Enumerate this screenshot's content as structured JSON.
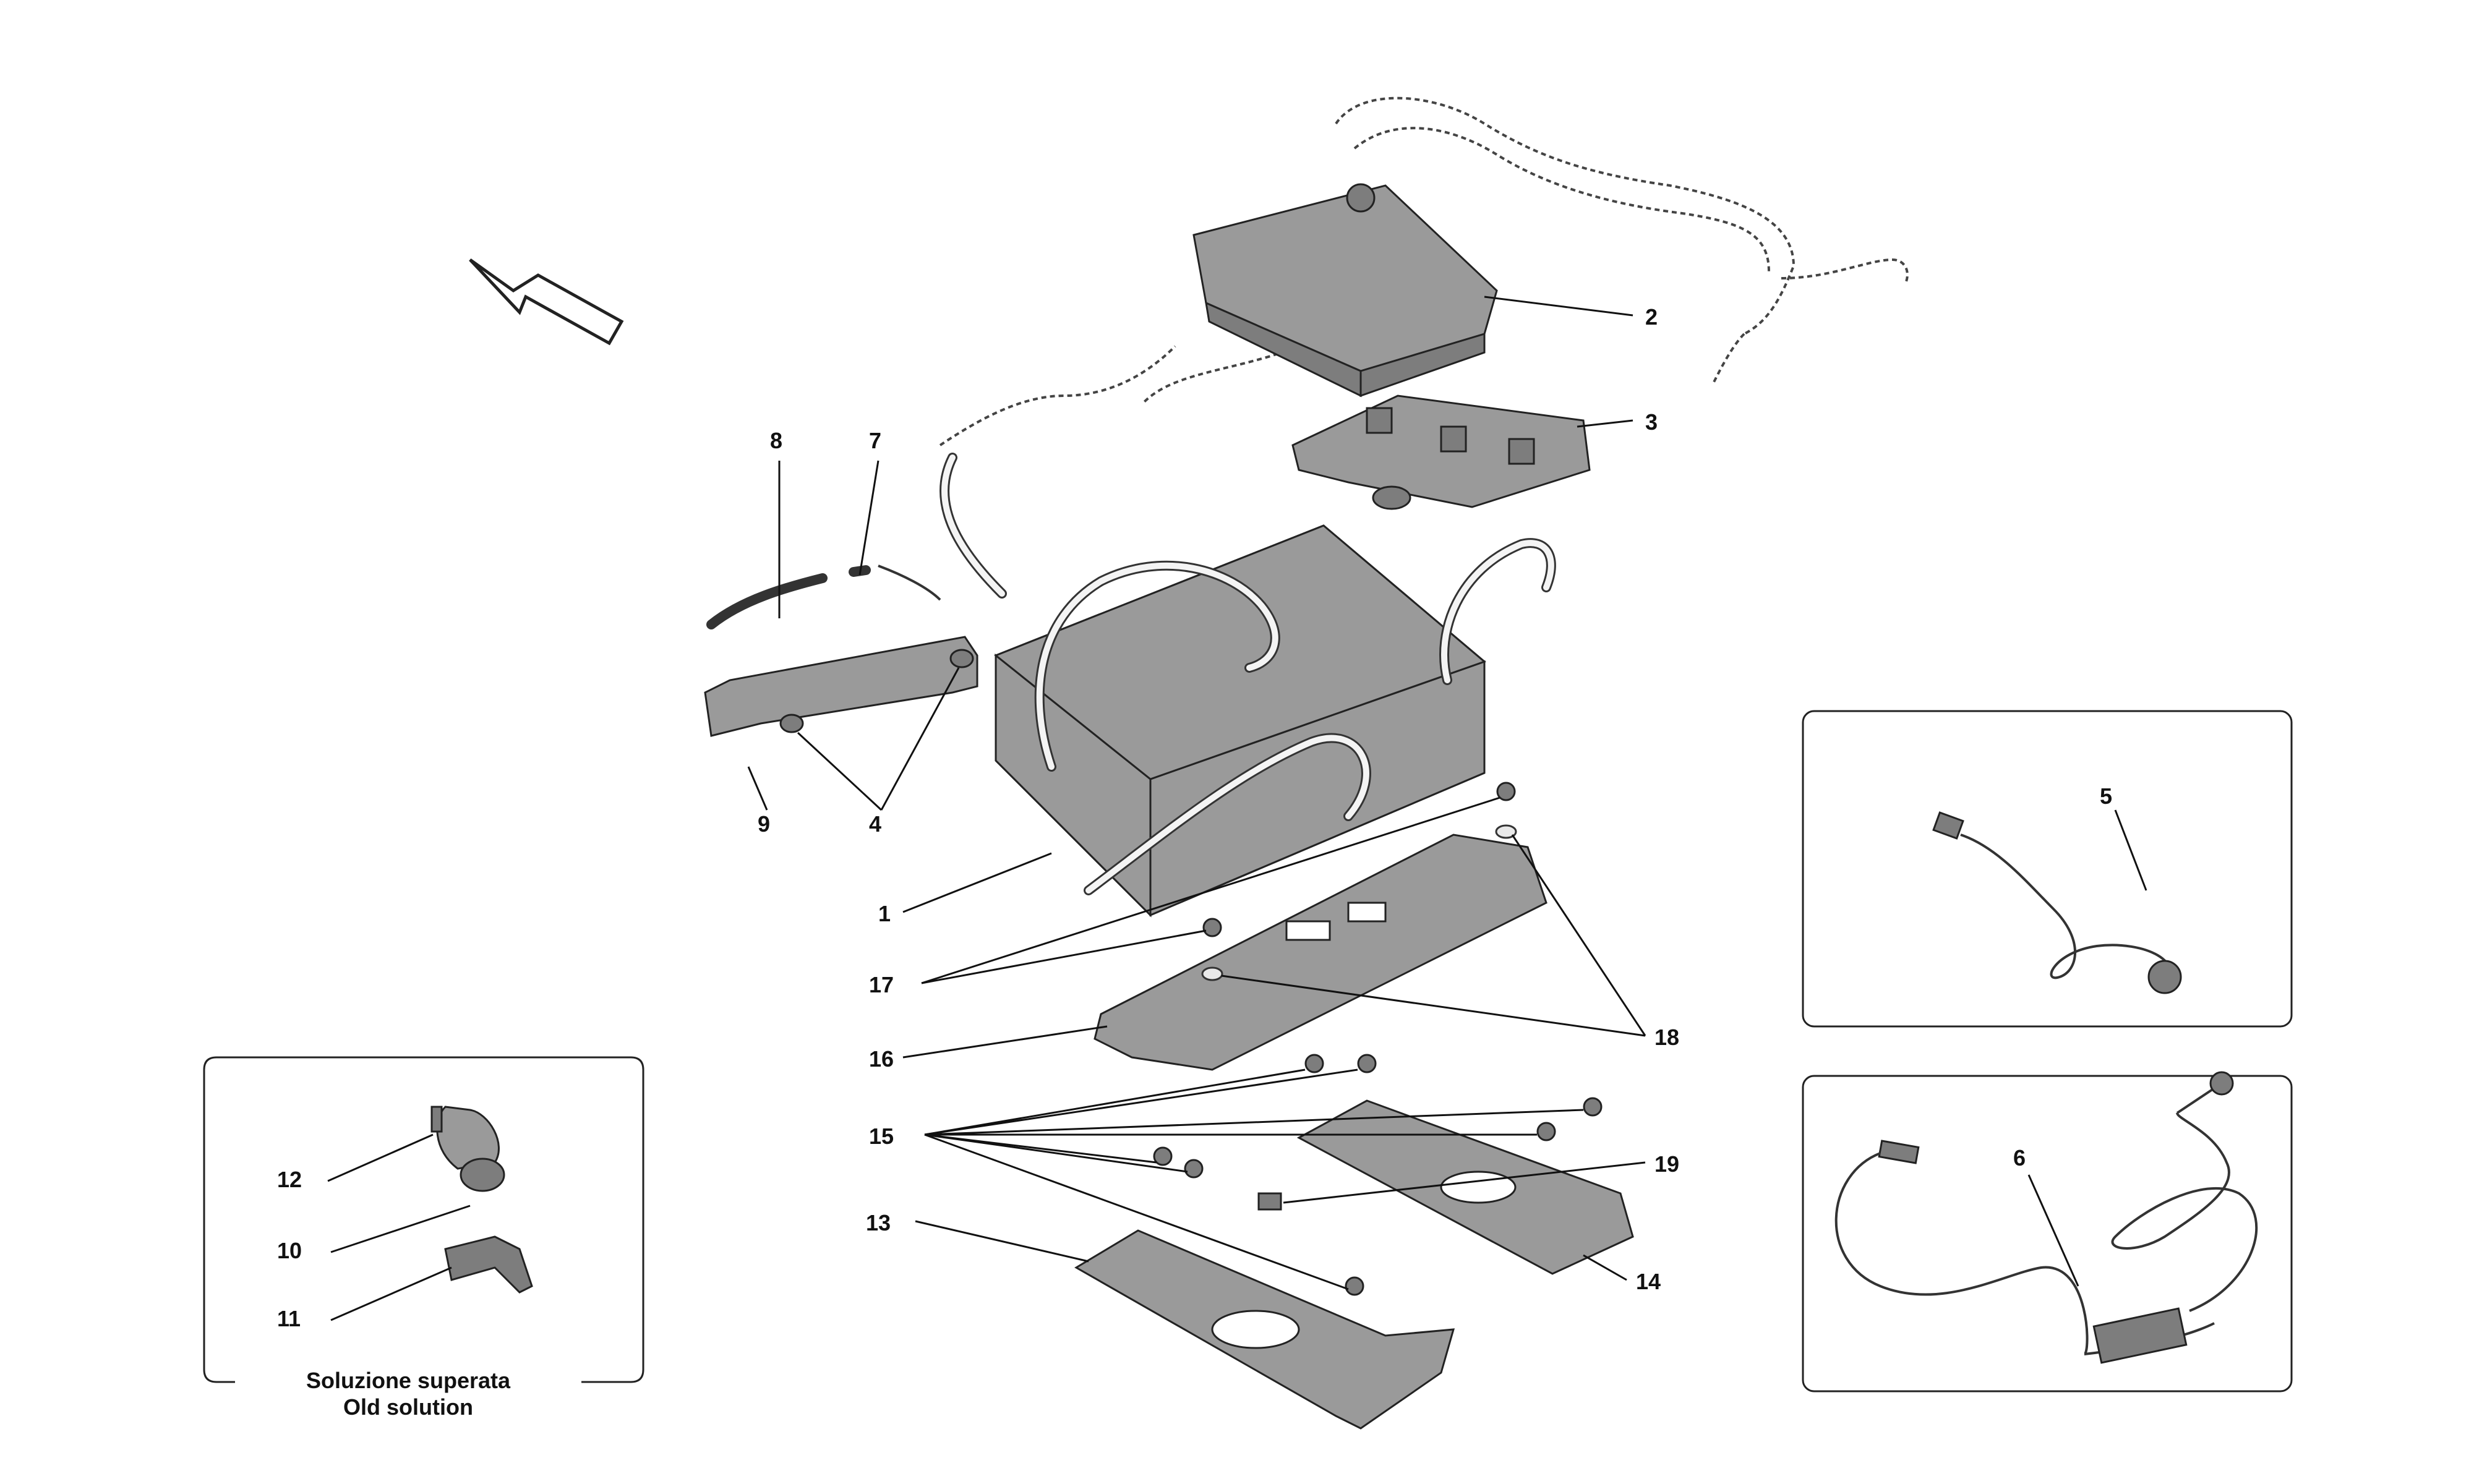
{
  "callouts": {
    "c1": "1",
    "c2": "2",
    "c3": "3",
    "c4": "4",
    "c5": "5",
    "c6": "6",
    "c7": "7",
    "c8": "8",
    "c9": "9",
    "c10": "10",
    "c11": "11",
    "c12": "12",
    "c13": "13",
    "c14": "14",
    "c15": "15",
    "c16": "16",
    "c17": "17",
    "c18": "18",
    "c19": "19"
  },
  "inset_old_solution": {
    "caption_line1": "Soluzione superata",
    "caption_line2": "Old solution"
  },
  "colors": {
    "part_fill": "#9a9a9a",
    "line": "#111111",
    "background": "#ffffff"
  }
}
